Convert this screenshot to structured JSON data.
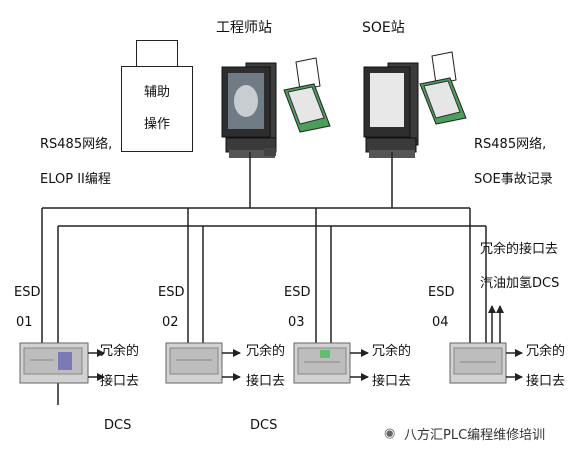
{
  "stations": {
    "engineer": "工程师站",
    "soe": "SOE站"
  },
  "aux": {
    "line1": "辅助",
    "line2": "操作"
  },
  "left_note": {
    "line1": "RS485网络,",
    "line2": "ELOP II编程"
  },
  "right_note": {
    "line1": "RS485网络,",
    "line2": "SOE事故记录"
  },
  "right_top_note": {
    "line1": "冗余的接口去",
    "line2": "汽油加氢DCS"
  },
  "esd_units": [
    {
      "name": "ESD",
      "id": "01",
      "out1": "冗余的",
      "out2": "接口去",
      "out3": "DCS"
    },
    {
      "name": "ESD",
      "id": "02",
      "out1": "冗余的",
      "out2": "接口去",
      "out3": "DCS"
    },
    {
      "name": "ESD",
      "id": "03",
      "out1": "冗余的",
      "out2": "接口去"
    },
    {
      "name": "ESD",
      "id": "04",
      "out1": "冗余的",
      "out2": "接口去"
    }
  ],
  "watermark": "八方汇PLC编程维修培训"
}
